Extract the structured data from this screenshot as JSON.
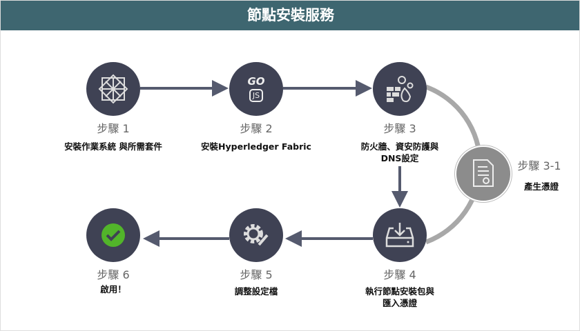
{
  "title": "節點安裝服務",
  "steps": [
    {
      "label": "步驟 1",
      "desc": "安裝作業系統 與所需套件",
      "icon": "centos-icon"
    },
    {
      "label": "步驟 2",
      "desc": "安裝Hyperledger Fabric",
      "icon": "go-nodejs-icon",
      "icon_text_go": "GO",
      "icon_text_js": "JS"
    },
    {
      "label": "步驟 3",
      "desc1": "防火牆、資安防護與",
      "desc2": "DNS設定",
      "icon": "firewall-gear-icon"
    },
    {
      "label": "步驟 3-1",
      "desc": "產生憑證",
      "icon": "certificate-icon"
    },
    {
      "label": "步驟 4",
      "desc1": "執行節點安裝包與",
      "desc2": "匯入憑證",
      "icon": "download-install-icon"
    },
    {
      "label": "步驟 5",
      "desc": "調整設定檔",
      "icon": "gear-wrench-icon"
    },
    {
      "label": "步驟 6",
      "desc": "啟用！",
      "icon": "check-icon"
    }
  ],
  "colors": {
    "header": "#3e6670",
    "node": "#3f4254",
    "arrow": "#555a6e",
    "arc": "#a8a8a8",
    "check": "#52b52a"
  }
}
